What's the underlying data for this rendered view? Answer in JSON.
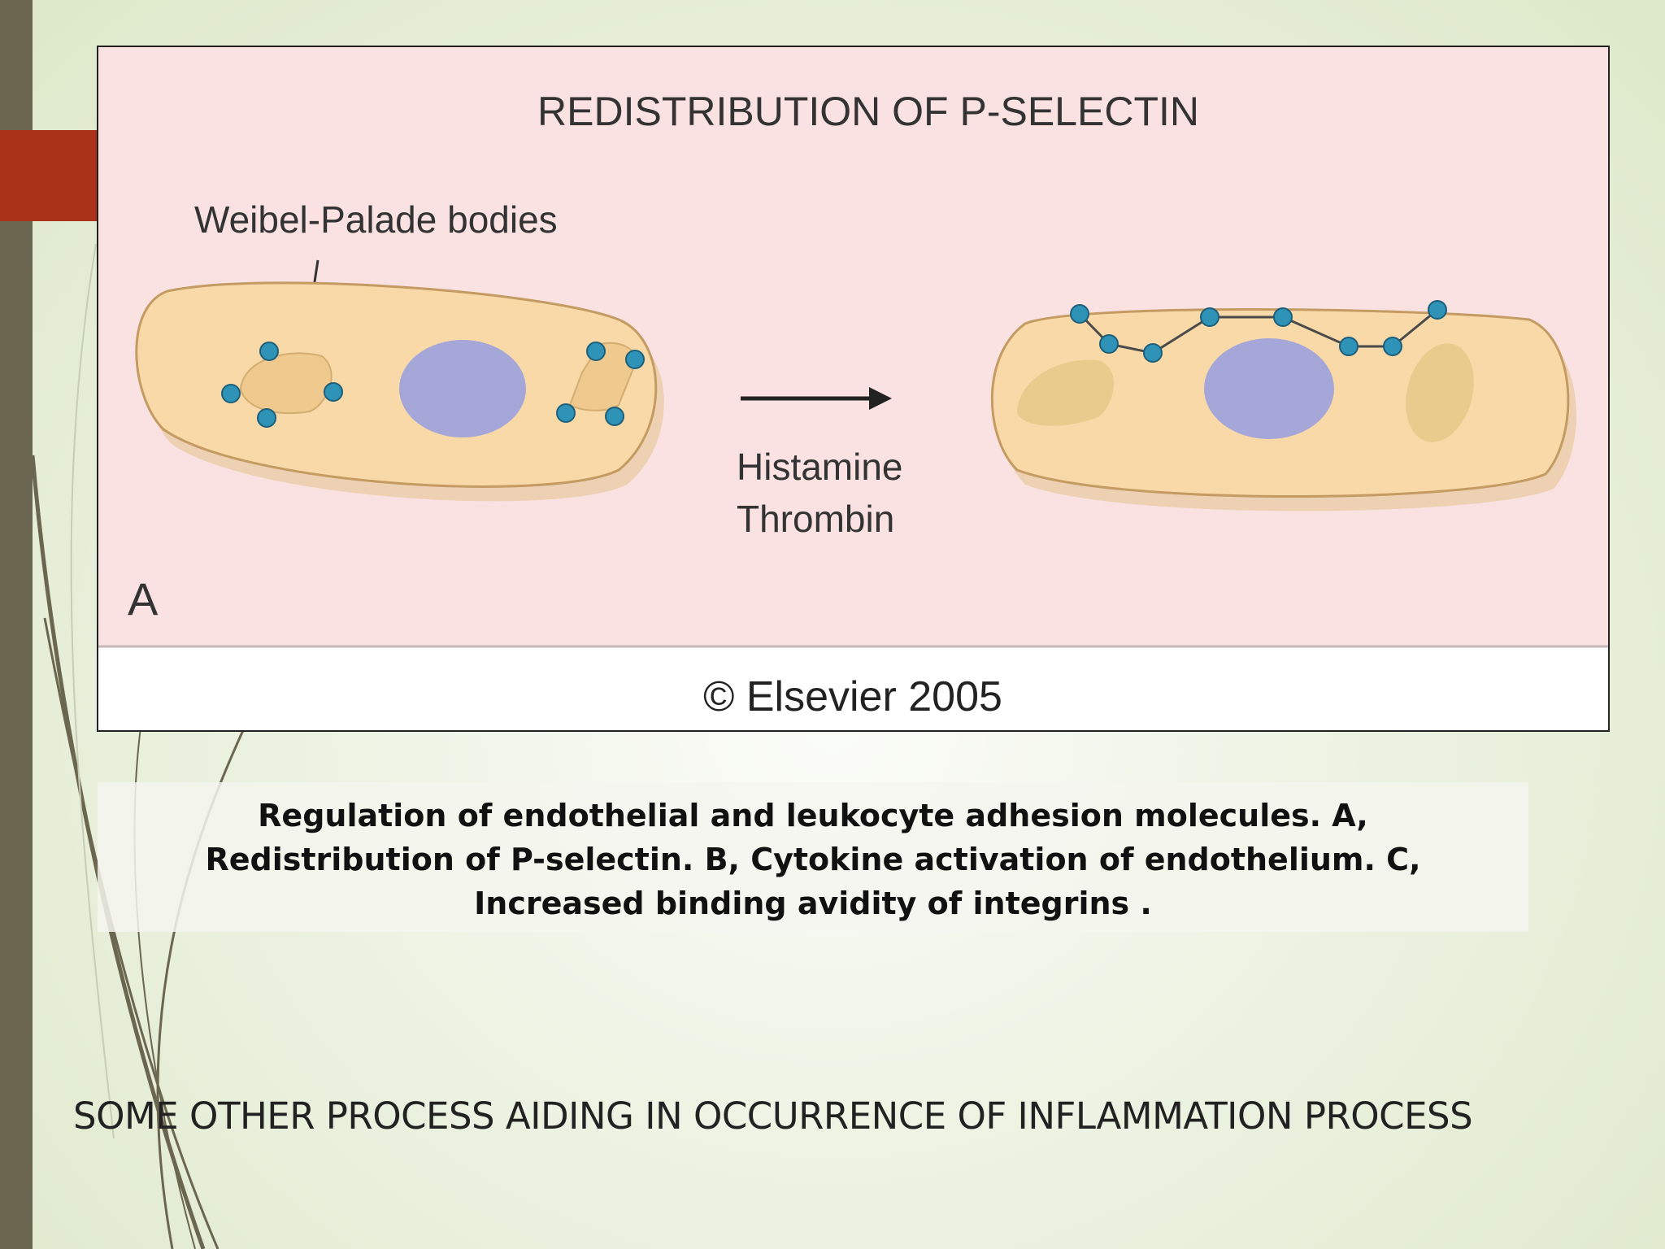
{
  "slide": {
    "background_color": "#e4ecd4",
    "accent_bar_color": "#6b6650",
    "accent_red_color": "#a93218"
  },
  "figure": {
    "title": "REDISTRIBUTION OF P-SELECTIN",
    "label_weibel": "Weibel-Palade bodies",
    "stimulus_line1": "Histamine",
    "stimulus_line2": "Thrombin",
    "panel_letter": "A",
    "copyright": "© Elsevier 2005",
    "panel_color": "#fbe2e2",
    "cell_color": "#f9d9a7",
    "nucleus_color": "#a6a7d9",
    "granule_color": "#2f93b8"
  },
  "caption": {
    "text": "Regulation of endothelial and leukocyte adhesion molecules. A, Redistribution of P-selectin. B, Cytokine activation of endothelium. C, Increased binding avidity of integrins ."
  },
  "bottom_title": "SOME OTHER PROCESS AIDING IN OCCURRENCE OF INFLAMMATION PROCESS"
}
